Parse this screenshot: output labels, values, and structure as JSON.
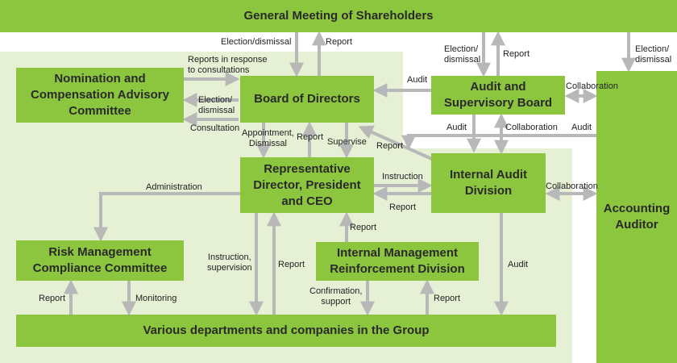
{
  "colors": {
    "box": "#8cc63f",
    "background_area": "#e6f0d4",
    "arrow": "#b8b8b8",
    "text": "#2a2a2a"
  },
  "boxes": {
    "gms": "General Meeting of Shareholders",
    "nomination": "Nomination and\nCompensation Advisory\nCommittee",
    "board": "Board of Directors",
    "audit_board": "Audit and\nSupervisory Board",
    "accounting": "Accounting\nAuditor",
    "ceo": "Representative\nDirector, President\nand CEO",
    "internal_audit": "Internal Audit\nDivision",
    "risk": "Risk Management\nCompliance Committee",
    "imr": "Internal Management\nReinforcement Division",
    "group": "Various departments and companies in the Group"
  },
  "labels": {
    "election_dismissal_board": "Election/dismissal",
    "report_board_gms": "Report",
    "election_dismissal_audit": "Election/\ndismissal",
    "report_audit_gms": "Report",
    "election_dismissal_accounting": "Election/\ndismissal",
    "reports_response": "Reports in response\nto consultations",
    "election_dismissal_nom": "Election/\ndismissal",
    "consultation": "Consultation",
    "audit_board": "Audit",
    "collaboration_acc": "Collaboration",
    "appointment_dismissal": "Appointment,\nDismissal",
    "report_ceo_board": "Report",
    "supervise": "Supervise",
    "report_iad_board": "Report",
    "audit_asb_iad": "Audit",
    "collaboration_asb_iad": "Collaboration",
    "audit_acc": "Audit",
    "administration": "Administration",
    "instruction": "Instruction",
    "report_iad_ceo": "Report",
    "collaboration_iad_acc": "Collaboration",
    "report_imr_ceo": "Report",
    "instruction_supervision": "Instruction,\nsupervision",
    "report_group_ceo": "Report",
    "audit_iad_group": "Audit",
    "report_group_risk": "Report",
    "monitoring": "Monitoring",
    "confirmation_support": "Confirmation,\nsupport",
    "report_group_imr": "Report"
  }
}
